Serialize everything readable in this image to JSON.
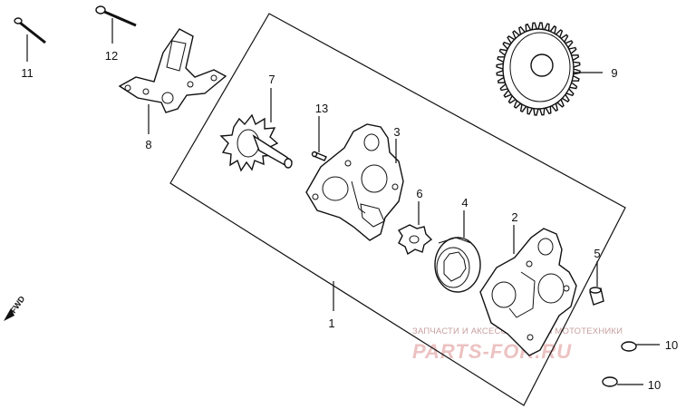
{
  "diagram": {
    "parts": [
      {
        "id": "p1",
        "label": "1"
      },
      {
        "id": "p2",
        "label": "2"
      },
      {
        "id": "p3",
        "label": "3"
      },
      {
        "id": "p4",
        "label": "4"
      },
      {
        "id": "p5",
        "label": "5"
      },
      {
        "id": "p6",
        "label": "6"
      },
      {
        "id": "p7",
        "label": "7"
      },
      {
        "id": "p8",
        "label": "8"
      },
      {
        "id": "p9",
        "label": "9"
      },
      {
        "id": "p10a",
        "label": "10"
      },
      {
        "id": "p10b",
        "label": "10"
      },
      {
        "id": "p11",
        "label": "11"
      },
      {
        "id": "p12",
        "label": "12"
      },
      {
        "id": "p13",
        "label": "13"
      }
    ],
    "fwd_label": "FWD"
  },
  "watermark": {
    "caption": "ЗАПЧАСТИ И АКСЕССУАРЫ ДЛЯ МОТОТЕХНИКИ",
    "logo": "PARTS-FOR.RU"
  }
}
